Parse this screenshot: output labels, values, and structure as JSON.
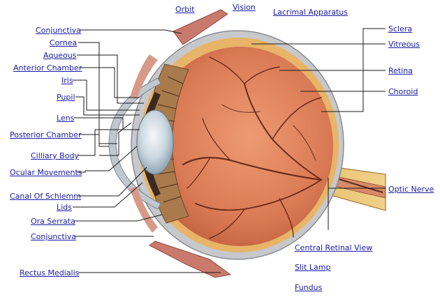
{
  "colors": {
    "link": "#1a1aa6",
    "leader_line": "#1a1a1a",
    "sclera": "#c8c9cc",
    "choroid_band": "#e9b76a",
    "retina_fill": "#d87f5a",
    "vessel": "#6a2a1a",
    "ciliary_body": "#a97c4d",
    "lens": "#c8d4dc",
    "muscle": "#c2736a"
  },
  "labels": {
    "orbit": "Orbit",
    "vision": "Vision",
    "lacrimal_apparatus": "Lacrimal Apparatus",
    "conjunctiva_top": "Conjunctiva",
    "cornea": "Cornea",
    "aqueous": "Aqueous",
    "anterior_chamber": "Anterior Chamber",
    "iris": "Iris",
    "pupil": "Pupil",
    "lens": "Lens",
    "posterior_chamber": "Posterior Chamber",
    "ciliary_body": "Cilliary Body",
    "ocular_movements": "Ocular Movements",
    "canal_of_schlemm": "Canal Of Schlemm",
    "lids": "Lids",
    "ora_serrata": "Ora Serrata",
    "conjunctiva_bottom": "Conjunctiva",
    "rectus_medialis": "Rectus Medialis",
    "sclera": "Sclera",
    "vitreous": "Vitreous",
    "retina": "Retina",
    "choroid": "Choroid",
    "optic_nerve": "Optic Nerve",
    "central_retinal_view": "Central Retinal View",
    "slit_lamp": "Slit Lamp",
    "fundus": "Fundus"
  }
}
